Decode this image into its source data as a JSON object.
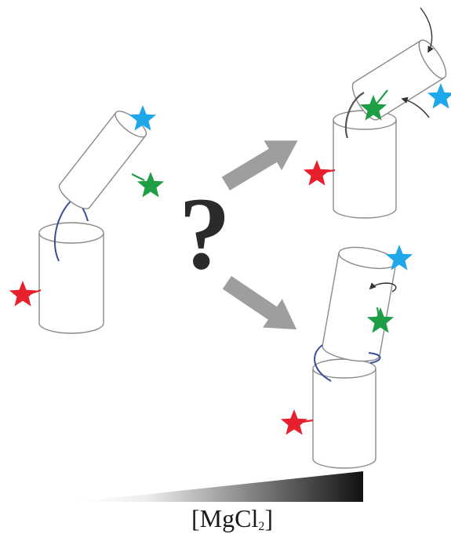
{
  "figure": {
    "question_mark": "?",
    "gradient_label": {
      "prefix": "[MgCl",
      "subscript": "2",
      "suffix": "]"
    }
  },
  "colors": {
    "outline": "#8a8a8a",
    "linker": "#3b4f9a",
    "star_blue": "#1ea8ea",
    "star_green": "#1e9e45",
    "star_red": "#e8202e",
    "arrow_fill": "#9e9e9e",
    "curved_arrow": "#333333",
    "gradient_dark": "#111111"
  },
  "icons": {
    "probe_marker": "star",
    "pathway_arrow": "block-arrow",
    "rotation_arrow": "curved-arrow"
  }
}
